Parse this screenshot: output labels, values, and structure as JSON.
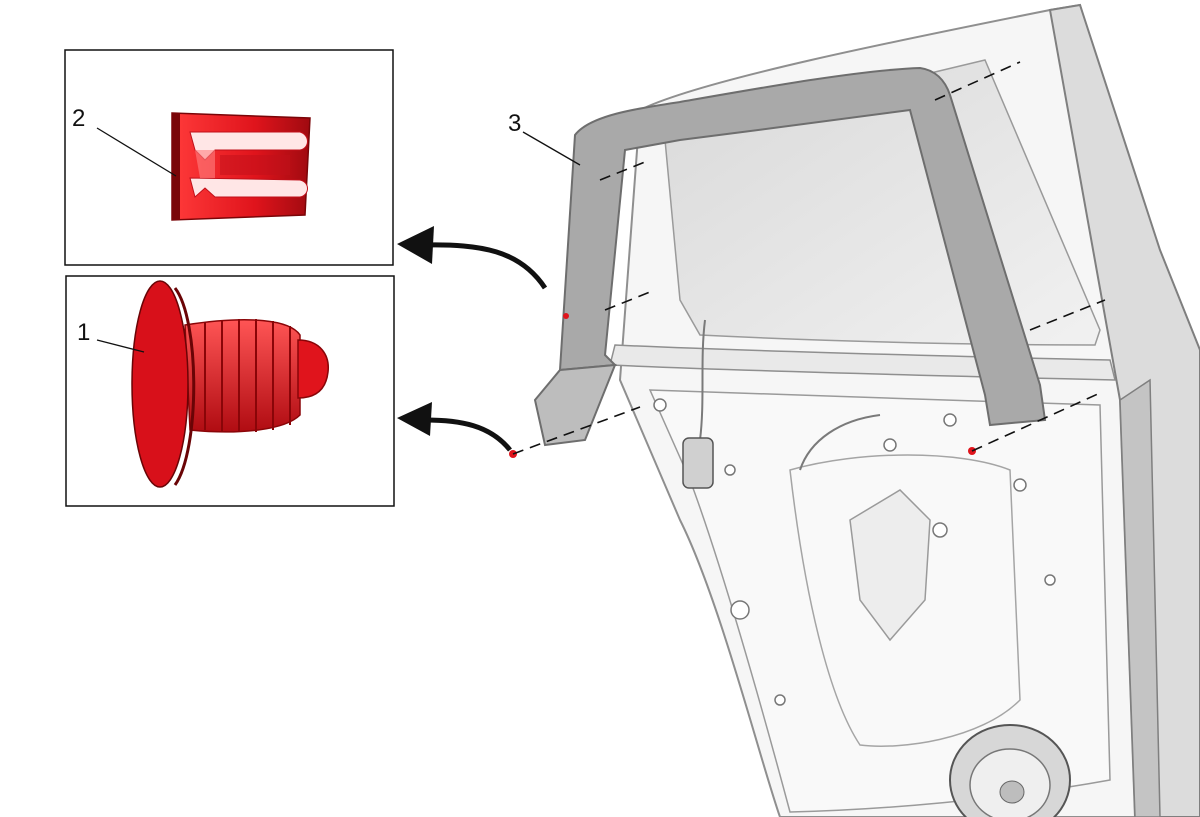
{
  "callouts": [
    {
      "number": "1",
      "part": "push-pin-clip"
    },
    {
      "number": "2",
      "part": "retainer-clip"
    },
    {
      "number": "3",
      "part": "window-channel-seal"
    }
  ],
  "colors": {
    "highlight": "#e0141c",
    "highlight_dark": "#8a0508",
    "highlight_light": "#ff6a6a",
    "panel_fill": "#f4f4f4",
    "panel_line": "#8f8f8f",
    "seal_fill": "#a9a9a9",
    "glass_fill": "#e4e4e4",
    "ink": "#111111"
  }
}
